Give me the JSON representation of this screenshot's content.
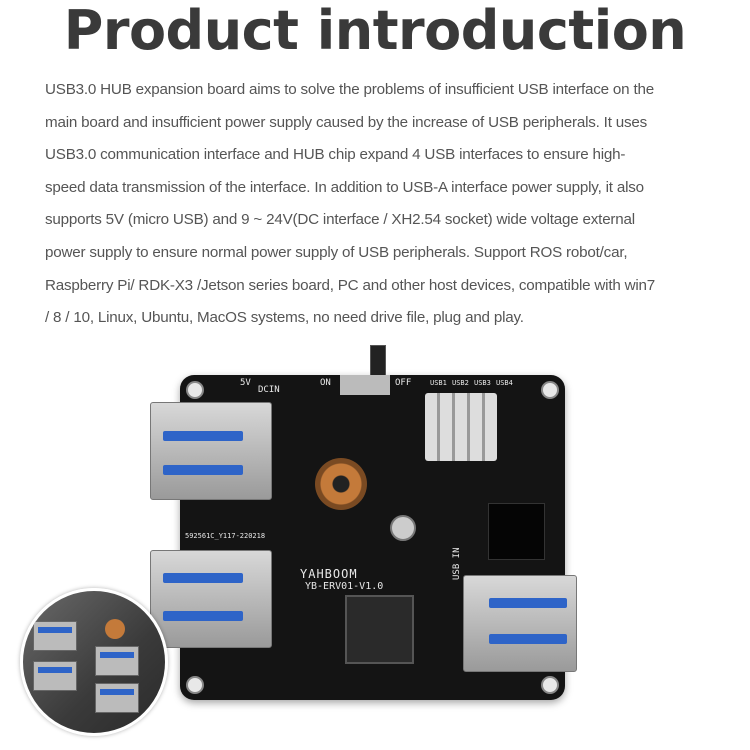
{
  "title": "Product introduction",
  "intro_lines": [
    "USB3.0 HUB expansion board aims to solve the problems of insufficient USB interface on the",
    "main board and insufficient power supply caused by the increase of USB peripherals. It uses",
    "USB3.0 communication interface and HUB chip expand 4 USB interfaces to ensure high-",
    "speed data transmission of the interface. In addition to USB-A interface power supply, it also",
    "supports 5V (micro USB) and 9 ~ 24V(DC interface / XH2.54 socket) wide voltage external",
    "power supply to ensure normal power supply of USB peripherals. Support ROS robot/car,",
    "Raspberry Pi/ RDK-X3 /Jetson series board, PC and other host devices, compatible with win7",
    "/ 8 / 10, Linux, Ubuntu, MacOS systems, no need drive file, plug and play."
  ],
  "board": {
    "brand": "YAHBOOM",
    "model": "YB-ERV01-V1.0",
    "serial": "592561C_Y117-220218",
    "on_label": "ON",
    "off_label": "OFF",
    "usb_in_label": "USB IN",
    "dcin_label": "DCIN",
    "v5_label": "5V",
    "usb_labels": [
      "USB1",
      "USB2",
      "USB3",
      "USB4"
    ]
  }
}
